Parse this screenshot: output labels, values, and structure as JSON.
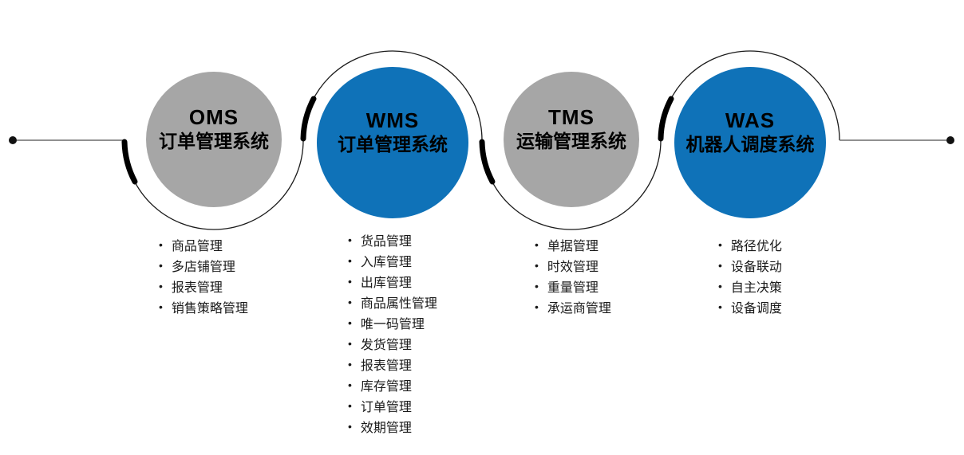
{
  "bullet_glyph": "•",
  "colors": {
    "gray_circle": "#a6a6a6",
    "blue_circle": "#0f72b8",
    "title_text": "#000000",
    "list_text": "#1a1a1a",
    "wave_line": "#1a1a1a",
    "accent_stroke": "#000000",
    "endpoint_line": "#6b6b6b",
    "endpoint_dot": "#111111"
  },
  "systems": [
    {
      "abbr": "OMS",
      "name": "订单管理系统",
      "circle_color": "#a6a6a6",
      "items": [
        "商品管理",
        "多店铺管理",
        "报表管理",
        "销售策略管理"
      ]
    },
    {
      "abbr": "WMS",
      "name": "订单管理系统",
      "circle_color": "#0f72b8",
      "items": [
        "货品管理",
        "入库管理",
        "出库管理",
        "商品属性管理",
        "唯一码管理",
        "发货管理",
        "报表管理",
        "库存管理",
        "订单管理",
        "效期管理"
      ]
    },
    {
      "abbr": "TMS",
      "name": "运输管理系统",
      "circle_color": "#a6a6a6",
      "items": [
        "单据管理",
        "时效管理",
        "重量管理",
        "承运商管理"
      ]
    },
    {
      "abbr": "WAS",
      "name": "机器人调度系统",
      "circle_color": "#0f72b8",
      "items": [
        "路径优化",
        "设备联动",
        "自主决策",
        "设备调度"
      ]
    }
  ]
}
